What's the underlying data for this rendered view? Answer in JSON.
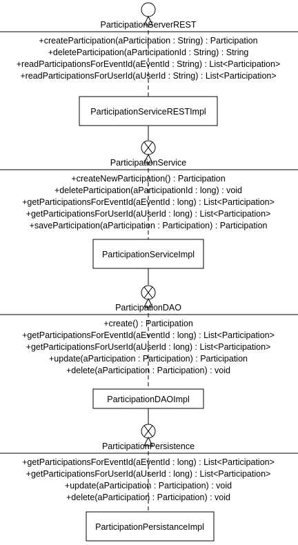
{
  "interfaces": [
    {
      "name": "ParticipationServerREST",
      "methods": [
        "+createParticipation(aParticipation : String) : Participation",
        "+deleteParticipation(aParticipationId : String) : String",
        "+readParticipationsForEventId(aEventId : String) : List<Participation>",
        "+readParticipationsForUserId(aUserId : String) : List<Participation>"
      ],
      "impl": "ParticipationServiceRESTImpl"
    },
    {
      "name": "ParticipationService",
      "methods": [
        "+createNewParticipation() : Participation",
        "+deleteParticipation(aParticipationId : long) : void",
        "+getParticipationsForEventId(aEventId : long) : List<Participation>",
        "+getParticipationsForUserId(aUserId : long) : List<Participation>",
        "+saveParticipation(aParticipation : Participation) : Participation"
      ],
      "impl": "ParticipationServiceImpl"
    },
    {
      "name": "ParticipationDAO",
      "methods": [
        "+create() : Participation",
        "+getParticipationsForEventId(aEventId : long) : List<Participation>",
        "+getParticipationsForUserId(aUserId : long) : List<Participation>",
        "+update(aParticipation : Participation) : Participation",
        "+delete(aParticipation : Participation) : void"
      ],
      "impl": "ParticipationDAOImpl"
    },
    {
      "name": "ParticipationPersistence",
      "methods": [
        "+getParticipationsForEventId(aEventId : long) : List<Participation>",
        "+getParticipationsForUserId(aUserId : long) : List<Participation>",
        "+update(aParticipation : Participation) : void",
        "+delete(aParticipation : Participation) : void"
      ],
      "impl": "ParticipationPersistanceImpl"
    }
  ]
}
